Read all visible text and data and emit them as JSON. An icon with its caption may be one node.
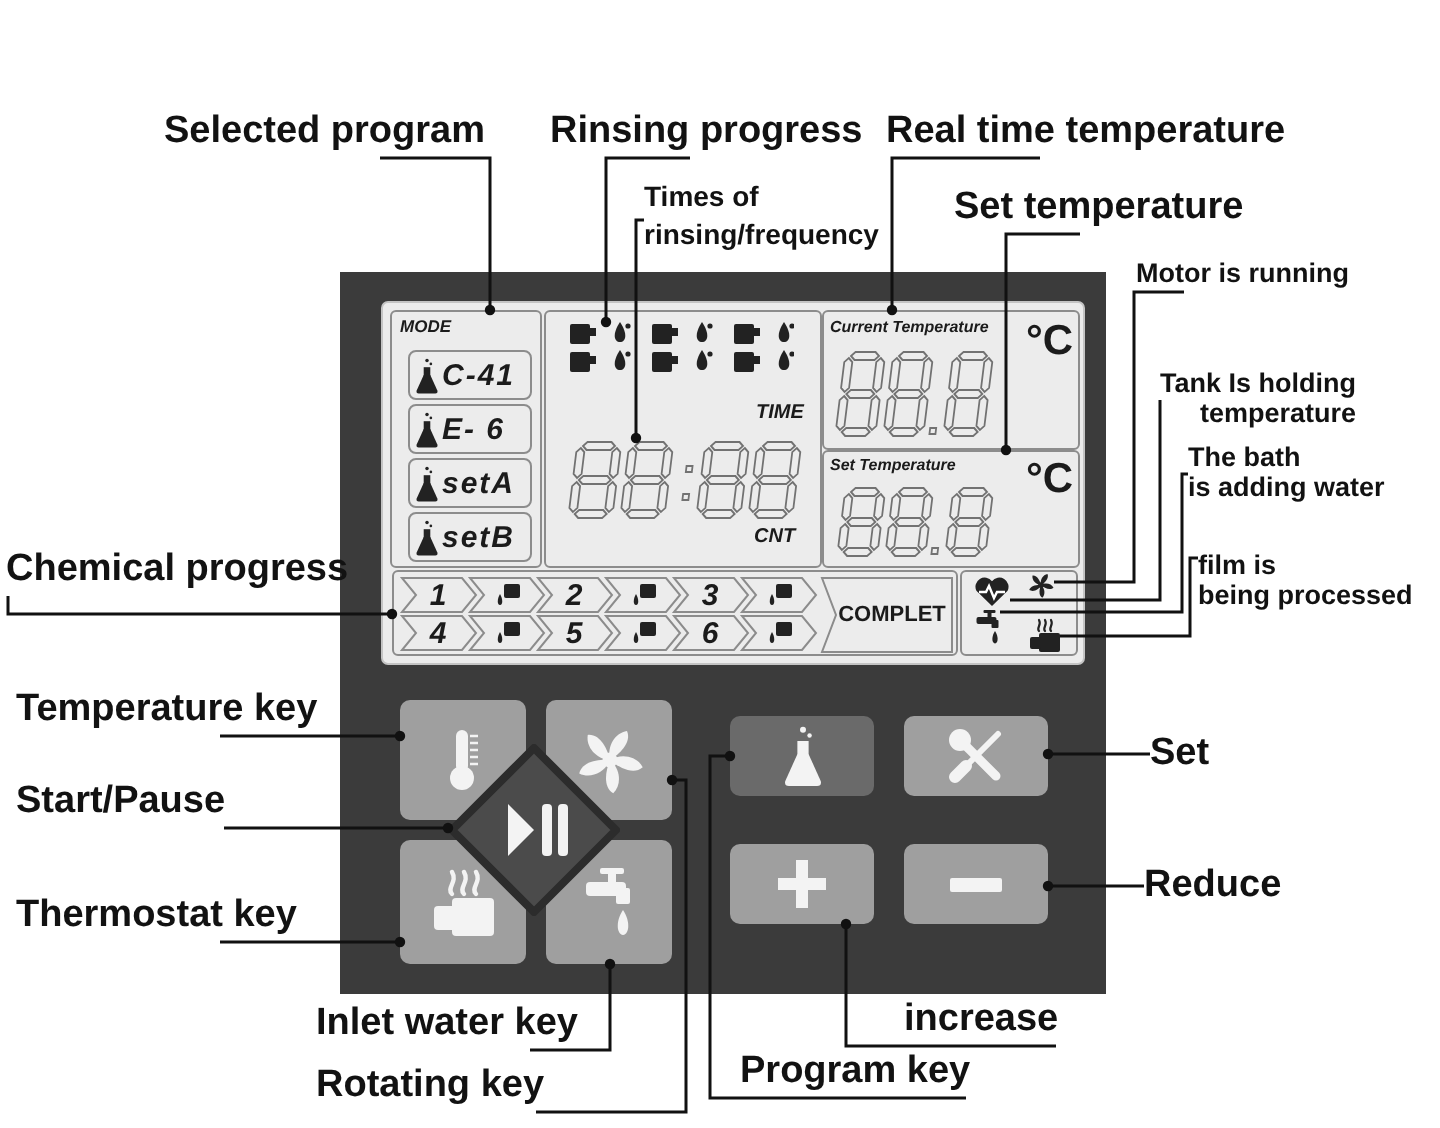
{
  "diagram": {
    "nodes": [
      {
        "text": [
          "Selected program"
        ]
      },
      {
        "text": [
          "Rinsing progress"
        ]
      },
      {
        "text": [
          "Real time temperature"
        ]
      },
      {
        "text": [
          "Times of rinsing/frequency"
        ]
      },
      {
        "text": [
          "Set temperature"
        ]
      },
      {
        "text": [
          "Motor is running"
        ]
      },
      {
        "text": [
          "MODE"
        ]
      },
      {
        "text": [
          "C-41"
        ],
        "in": 6
      },
      {
        "text": [
          "E- 6"
        ],
        "in": 6
      },
      {
        "text": [
          "setA"
        ],
        "in": 6
      },
      {
        "text": [
          "setB"
        ],
        "in": 6
      },
      {
        "text": [
          "TIME",
          "CNT"
        ]
      },
      {
        "text": [],
        "shape": "picture",
        "in": 11
      },
      {
        "text": [],
        "shape": "picture",
        "in": 11
      },
      {
        "text": [
          "Current Temperature",
          "°C"
        ]
      },
      {
        "text": [
          "Set Temperature",
          "°C"
        ]
      },
      {
        "text": [
          "Tank Is holding temperature"
        ]
      },
      {
        "text": [
          "The bath is adding water"
        ]
      },
      {
        "text": [
          "film is being processed"
        ]
      },
      {
        "text": [
          "Chemical progress"
        ]
      },
      {
        "text": [
          "1",
          "2",
          "3",
          "COMPLET",
          "4",
          "5",
          "6"
        ]
      },
      {
        "text": [],
        "shape": "box"
      },
      {
        "text": [],
        "shape": "picture",
        "in": 21
      },
      {
        "text": [],
        "shape": "picture",
        "in": 21
      },
      {
        "text": [],
        "shape": "picture",
        "in": 21
      },
      {
        "text": [],
        "shape": "picture",
        "in": 21
      },
      {
        "text": [
          "Temperature key"
        ]
      },
      {
        "text": [],
        "shape": "box"
      },
      {
        "text": [],
        "shape": "box"
      },
      {
        "text": [],
        "shape": "box"
      },
      {
        "text": [],
        "shape": "box"
      },
      {
        "text": [
          "Set"
        ]
      },
      {
        "text": [
          "Start/Pause"
        ]
      },
      {
        "text": [],
        "shape": "diamond"
      },
      {
        "text": [
          "Thermostat key"
        ]
      },
      {
        "text": [],
        "shape": "box"
      },
      {
        "text": [],
        "shape": "box"
      },
      {
        "text": [],
        "shape": "box"
      },
      {
        "text": [],
        "shape": "box"
      },
      {
        "text": [
          "Reduce"
        ]
      },
      {
        "text": [
          "Inlet water key"
        ]
      },
      {
        "text": [
          "increase"
        ]
      },
      {
        "text": [
          "Program key"
        ]
      },
      {
        "text": [
          "Rotating key"
        ]
      }
    ],
    "edges": [
      {
        "from": 0,
        "to": 6,
        "arrow": "other"
      },
      {
        "from": 1,
        "to": 12,
        "arrow": "other"
      },
      {
        "from": 2,
        "to": 14,
        "arrow": "other"
      },
      {
        "from": 3,
        "to": 13,
        "arrow": "other"
      },
      {
        "from": 4,
        "to": 15,
        "arrow": "other"
      },
      {
        "from": 5,
        "to": 23,
        "arrow": "none"
      },
      {
        "from": 16,
        "to": 22,
        "arrow": "none"
      },
      {
        "from": 17,
        "to": 24,
        "arrow": "none"
      },
      {
        "from": 18,
        "to": 25,
        "arrow": "none"
      },
      {
        "from": 19,
        "to": 20,
        "arrow": "other"
      },
      {
        "from": 26,
        "to": 27,
        "arrow": "other"
      },
      {
        "from": 32,
        "to": 33,
        "arrow": "other"
      },
      {
        "from": 34,
        "to": 35,
        "arrow": "other"
      },
      {
        "from": 40,
        "to": 36,
        "arrow": "other"
      },
      {
        "from": 43,
        "to": 28,
        "arrow": "other"
      },
      {
        "from": 42,
        "to": 29,
        "arrow": "other"
      },
      {
        "from": 41,
        "to": 37,
        "arrow": "other"
      },
      {
        "from": 31,
        "to": 30,
        "arrow": "other"
      },
      {
        "from": 39,
        "to": 38,
        "arrow": "other"
      }
    ]
  }
}
